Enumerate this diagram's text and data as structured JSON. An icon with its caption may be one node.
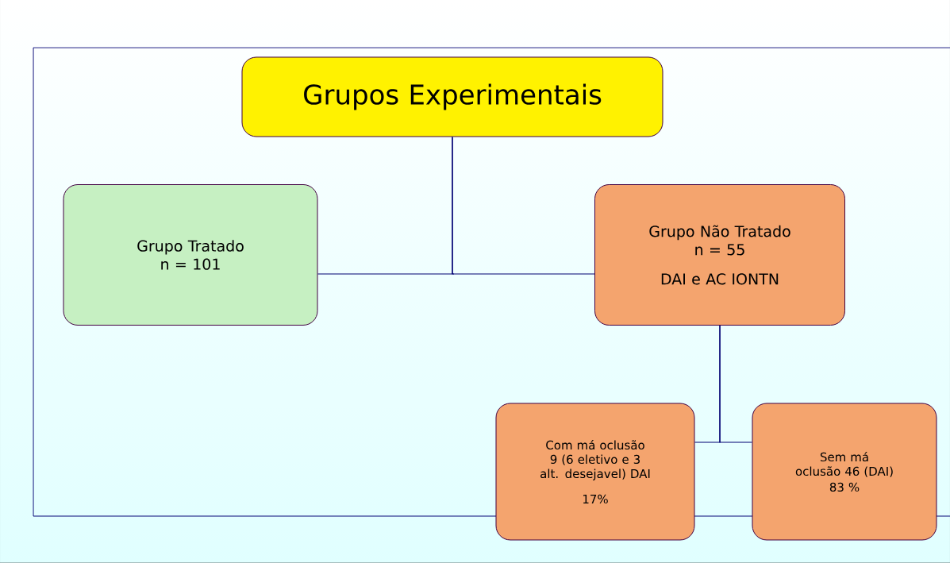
{
  "diagram": {
    "nodes": [
      {
        "text": [
          "Grupos Experimentais"
        ]
      },
      {
        "text": [
          "Grupo Tratado",
          "n = 101"
        ]
      },
      {
        "text": [
          "Grupo Não Tratado",
          "n = 55",
          "DAI e AC IONTN"
        ]
      },
      {
        "text": [
          "Com má oclusão 9 (6 eletivo e 3 alt. desejavel) DAI",
          "17%"
        ]
      },
      {
        "text": [
          "Sem má oclusão 46 (DAI)",
          "83 %"
        ]
      }
    ],
    "edges": [
      {
        "from": 0,
        "to": 1,
        "arrow": "none"
      },
      {
        "from": 0,
        "to": 2,
        "arrow": "none"
      },
      {
        "from": 2,
        "to": 3,
        "arrow": "none"
      },
      {
        "from": 2,
        "to": 4,
        "arrow": "none"
      }
    ]
  }
}
